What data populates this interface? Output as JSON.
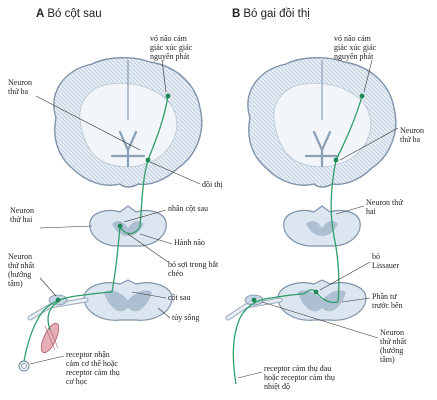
{
  "colors": {
    "tract": "#2e9e6a",
    "neuron_dot": "#1f8a57",
    "cortex_fill": "#e4ebf3",
    "cortex_stripe": "#9fb3c8",
    "cortex_edge": "#7f93ab",
    "cord_fill": "#dce6f0",
    "grey_matter": "#aebfd2",
    "muscle": "#d98e9a",
    "pointer": "#333333"
  },
  "panel_a": {
    "letter": "A",
    "title": "Bó cột sau",
    "labels": {
      "cortex": "vỏ não cảm\ngiác xúc giác\nnguyên phát",
      "neuron3": "Neuron\nthứ ba",
      "thalamus": "đồi thị",
      "dorsal_nucleus": "nhân cột sau",
      "neuron2": "Neuron\nthứ hai",
      "medulla": "Hành não",
      "crossing_fibers": "bó sợi trong bắt\nchéo",
      "neuron1": "Neuron\nthứ nhất\n(hướng\ntâm)",
      "dorsal_column": "cột sau",
      "spinal_cord": "tủy sống",
      "receptor": "receptor nhận\ncảm cơ thể hoặc\nreceptor cảm thụ\ncơ học"
    }
  },
  "panel_b": {
    "letter": "B",
    "title": "Bó gai đồi thị",
    "labels": {
      "cortex": "vỏ não cảm\ngiác xúc giác\nnguyên phát",
      "neuron3": "Neuron\nthứ ba",
      "neuron2": "Neuron thứ\nhai",
      "lissauer": "bó\nLissauer",
      "anterolateral": "Phần tư\ntrước bên",
      "neuron1": "Neuron\nthứ nhất\n(hướng\ntâm)",
      "receptor": "receptor cảm thụ đau\nhoặc receptor cảm thụ\nnhiệt độ"
    }
  }
}
